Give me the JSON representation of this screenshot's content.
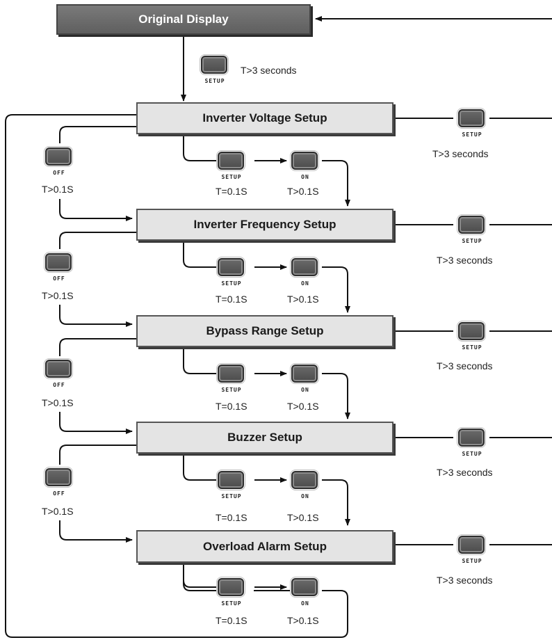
{
  "title_box": "Original Display",
  "setup_boxes": [
    "Inverter Voltage Setup",
    "Inverter Frequency Setup",
    "Bypass Range Setup",
    "Buzzer Setup",
    "Overload Alarm Setup"
  ],
  "keys": {
    "setup": "SETUP",
    "on": "ON",
    "off": "OFF"
  },
  "timings": {
    "enter": "T>3 seconds",
    "setup_press": "T=0.1S",
    "on_press": "T>0.1S",
    "off_press": "T>0.1S",
    "exit": "T>3 seconds"
  },
  "colors": {
    "title_box": "#6b6b6b",
    "setup_box": "#e4e4e4",
    "key": "#555555"
  }
}
